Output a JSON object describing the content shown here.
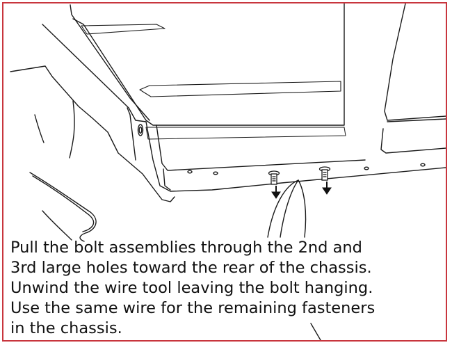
{
  "instruction": {
    "lines": [
      "Pull the bolt assemblies through the 2nd and",
      "3rd large holes toward the rear of the chassis.",
      "Unwind the wire tool leaving the bolt hanging.",
      "Use the same wire for the remaining fasteners",
      "in the chassis."
    ]
  },
  "colors": {
    "frame_border": "#c8353d",
    "line_art": "#1a1a1a",
    "text": "#111111"
  },
  "icons": {
    "bolt_left": "bolt-icon",
    "bolt_right": "bolt-icon",
    "arrow": "arrow-down-icon"
  }
}
